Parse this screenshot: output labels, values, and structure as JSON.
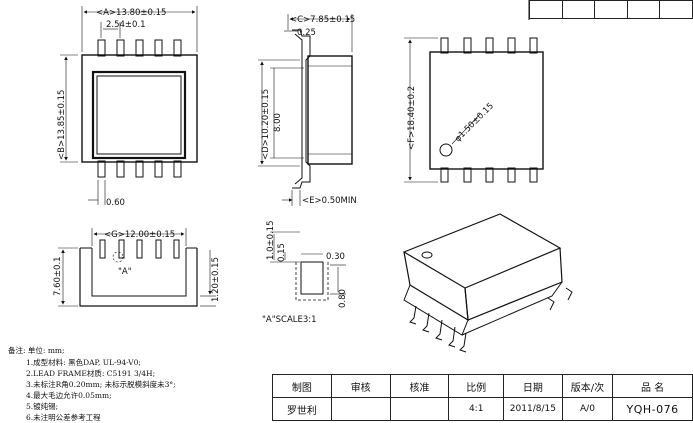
{
  "dims": {
    "a_width": "<A>13.80±0.15",
    "pitch": "2.54±0.1",
    "b_height": "<B>13.85±0.15",
    "lead_width": "0.60",
    "c_width": "<C>7.85±0.15",
    "lead_thk": "0.25",
    "d_height": "<D>10.20±0.15",
    "body_h": "8.00",
    "e_min": "<E>0.50MIN",
    "f_height": "<F>18.40±0.2",
    "pin1_dia": "φ1.50±0.15",
    "g_width": "<G>12.00±0.15",
    "h_height": "7.60±0.1",
    "wall": "1.20±0.15",
    "detail_a_label": "\"A\"",
    "detail_a_top": "1.0±0.15",
    "detail_a_r": "0.15",
    "detail_a_w": "0.30",
    "detail_a_pitch": "0.80",
    "detail_scale": "\"A\"SCALE3:1"
  },
  "notes": [
    "备注:        单位: mm;",
    "1.成型材料:   黑色DAP, UL-94-V0;",
    "2.LEAD FRAME材质:   C5191 3/4H;",
    "3.未标注R角0.20mm; 未标示脱模斜度未3°;",
    "4.最大毛边允许0.05mm;",
    "5.镀纯锡;",
    "6.未注明公差参考工程"
  ],
  "title_block": {
    "headers": [
      "制图",
      "审核",
      "核准",
      "比例",
      "日期",
      "版本/次",
      "品 名"
    ],
    "values": [
      "罗世利",
      "",
      "",
      "4:1",
      "2011/8/15",
      "A/0",
      "YQH-076"
    ]
  }
}
